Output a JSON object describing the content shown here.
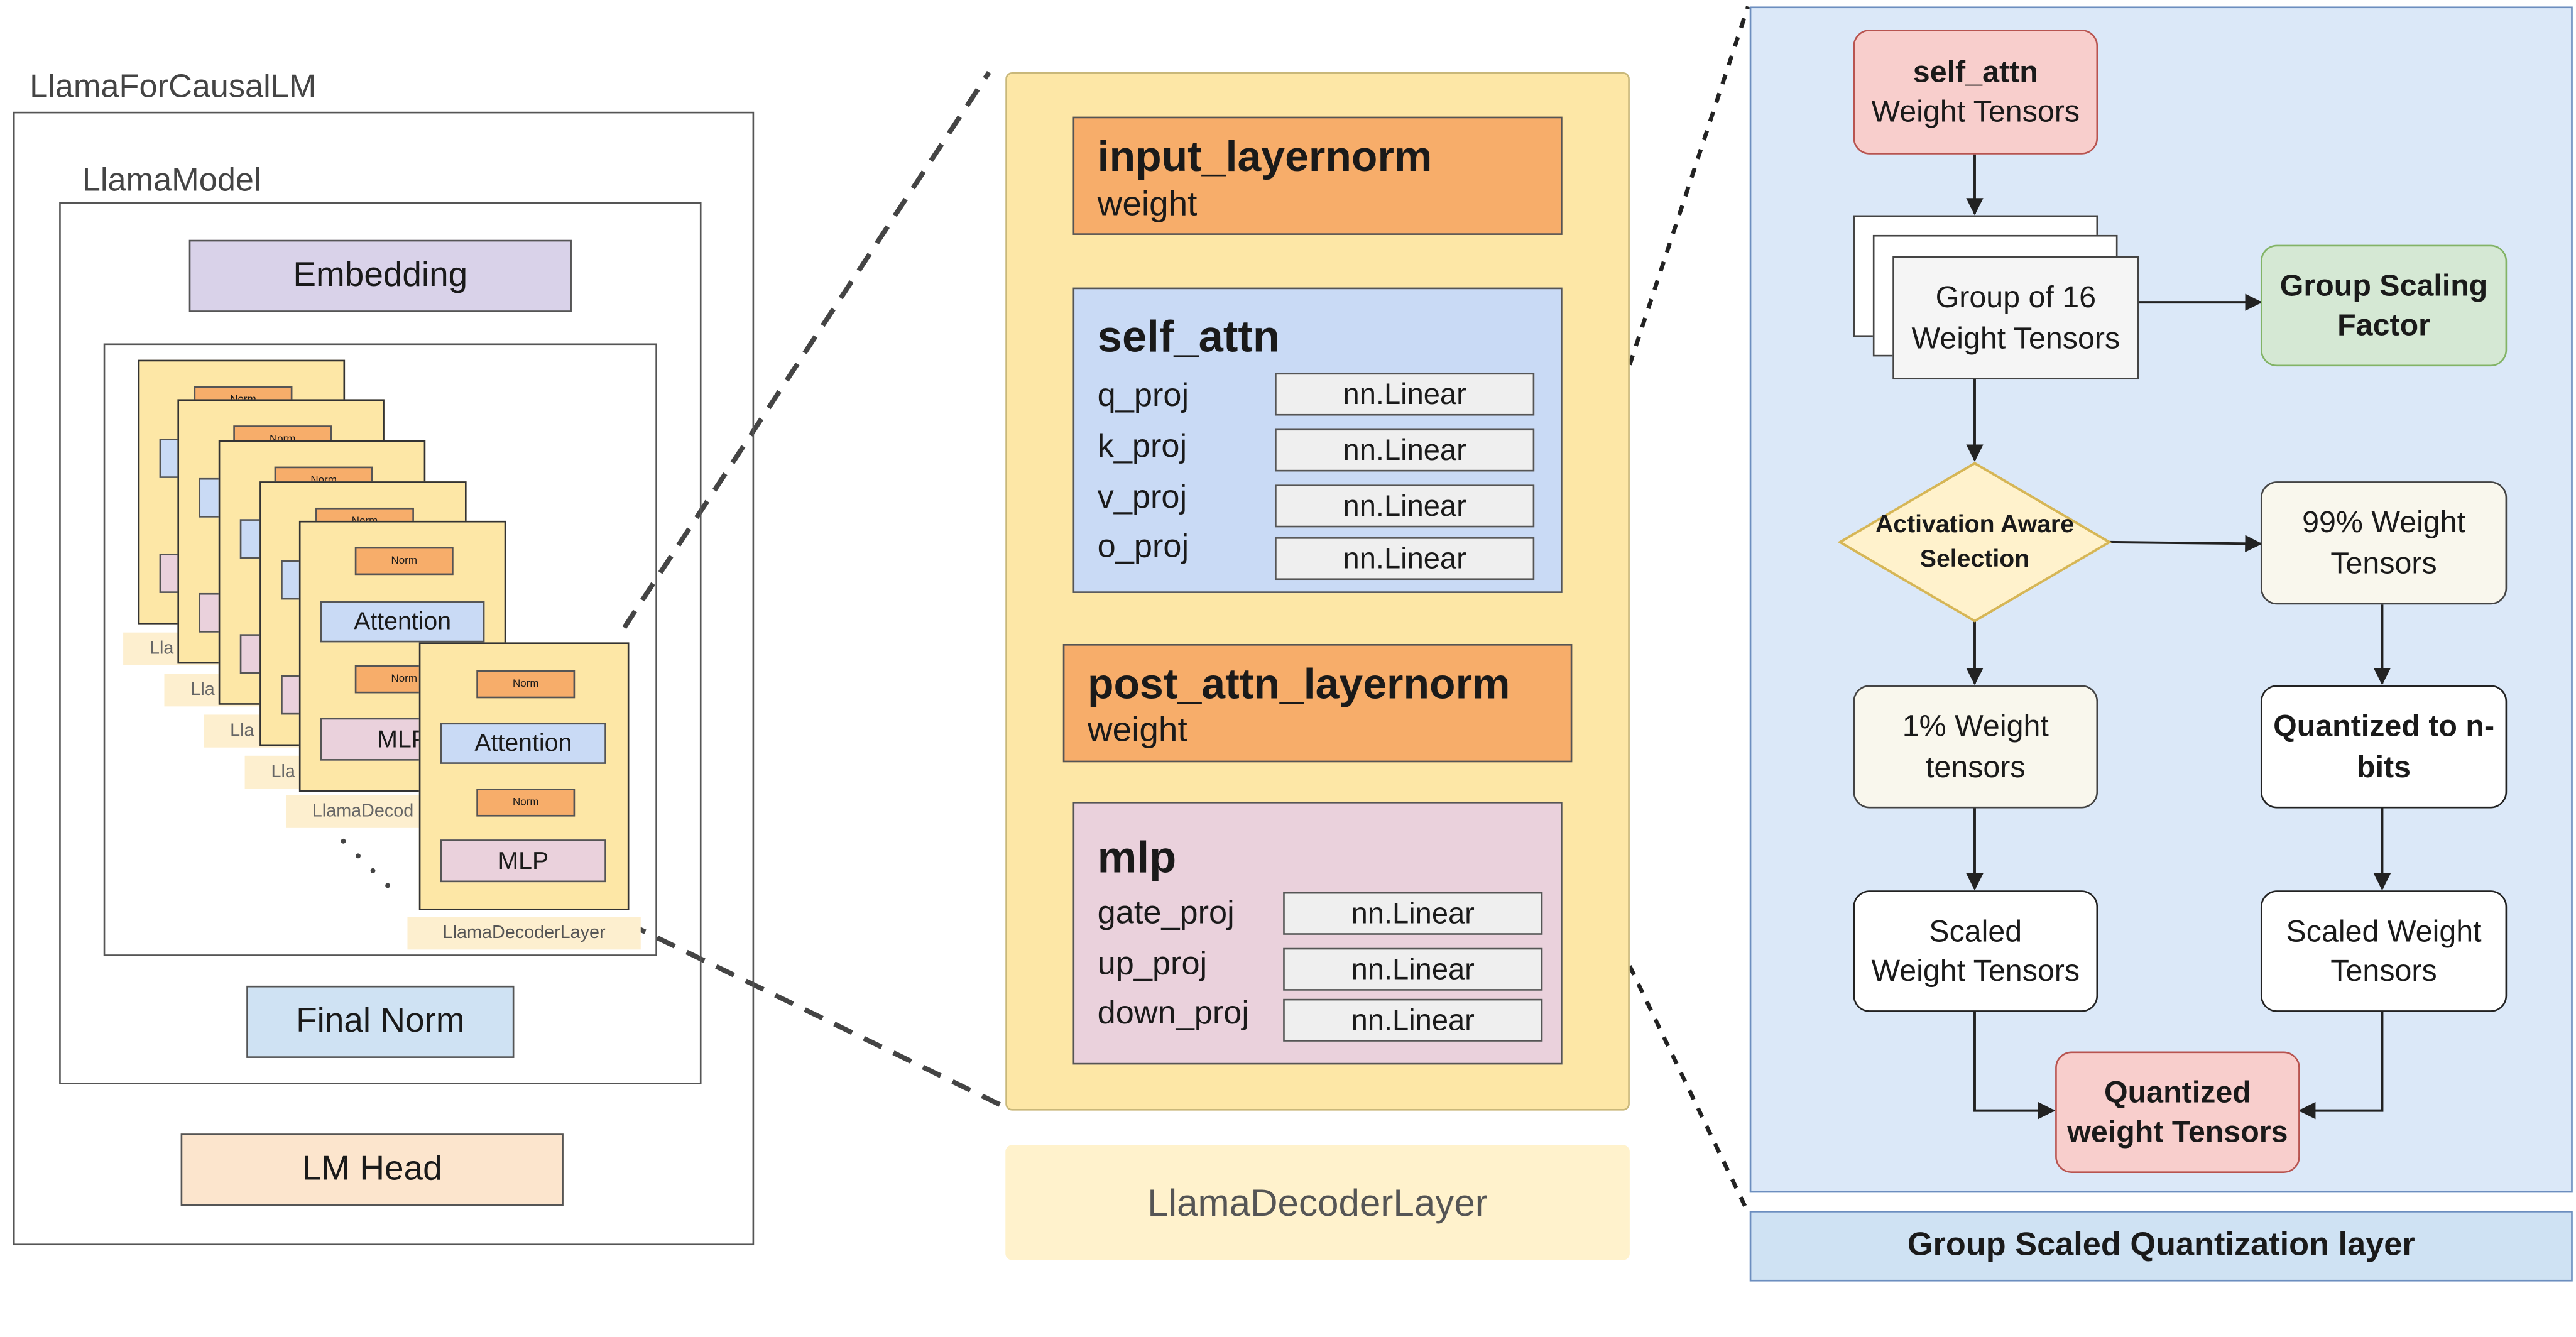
{
  "left": {
    "outer_title": "LlamaForCausalLM",
    "model_title": "LlamaModel",
    "embedding": "Embedding",
    "norm": "Norm",
    "attention": "Attention",
    "mlp": "MLP",
    "decoder_short": "Lla",
    "decoder_partial": "LlamaDecod",
    "decoder_label": "LlamaDecoderLayer",
    "final_norm": "Final Norm",
    "lm_head": "LM Head"
  },
  "middle": {
    "input_layernorm": {
      "title": "input_layernorm",
      "sub": "weight"
    },
    "self_attn": {
      "title": "self_attn",
      "rows": [
        {
          "name": "q_proj",
          "type": "nn.Linear"
        },
        {
          "name": "k_proj",
          "type": "nn.Linear"
        },
        {
          "name": "v_proj",
          "type": "nn.Linear"
        },
        {
          "name": "o_proj",
          "type": "nn.Linear"
        }
      ]
    },
    "post_attn_layernorm": {
      "title": "post_attn_layernorm",
      "sub": "weight"
    },
    "mlp": {
      "title": "mlp",
      "rows": [
        {
          "name": "gate_proj",
          "type": "nn.Linear"
        },
        {
          "name": "up_proj",
          "type": "nn.Linear"
        },
        {
          "name": "down_proj",
          "type": "nn.Linear"
        }
      ]
    },
    "caption": "LlamaDecoderLayer"
  },
  "right": {
    "self_attn_tensors": {
      "line1": "self_attn",
      "line2": "Weight Tensors"
    },
    "group": {
      "line1": "Group of 16",
      "line2": "Weight Tensors"
    },
    "group_scaling": {
      "line1": "Group Scaling",
      "line2": "Factor"
    },
    "decision": {
      "line1": "Activation Aware",
      "line2": "Selection"
    },
    "w99": {
      "line1": "99% Weight",
      "line2": "Tensors"
    },
    "w1": {
      "line1": "1% Weight",
      "line2": "tensors"
    },
    "quantized_n": {
      "line1": "Quantized to n-",
      "line2": "bits"
    },
    "scaled_left": {
      "line1": "Scaled",
      "line2": "Weight Tensors"
    },
    "scaled_right": {
      "line1": "Scaled Weight",
      "line2": "Tensors"
    },
    "quantized_out": {
      "line1": "Quantized",
      "line2": "weight Tensors"
    },
    "layer_title": "Group Scaled Quantization layer"
  },
  "colors": {
    "card": "#fde7a6",
    "norm": "#f7ad6a",
    "attention": "#c9daf5",
    "mlp": "#ead1dc",
    "embedding": "#d9d2e9",
    "final_norm": "#cfe2f3",
    "lm_head": "#fce5cd",
    "decoder_bg": "#fde7a6",
    "quant_panel": "#dbe8f8",
    "pink": "#f8cecc",
    "green": "#d5e8d4",
    "cream": "#f9f7ed",
    "yellow": "#fff2cc"
  }
}
